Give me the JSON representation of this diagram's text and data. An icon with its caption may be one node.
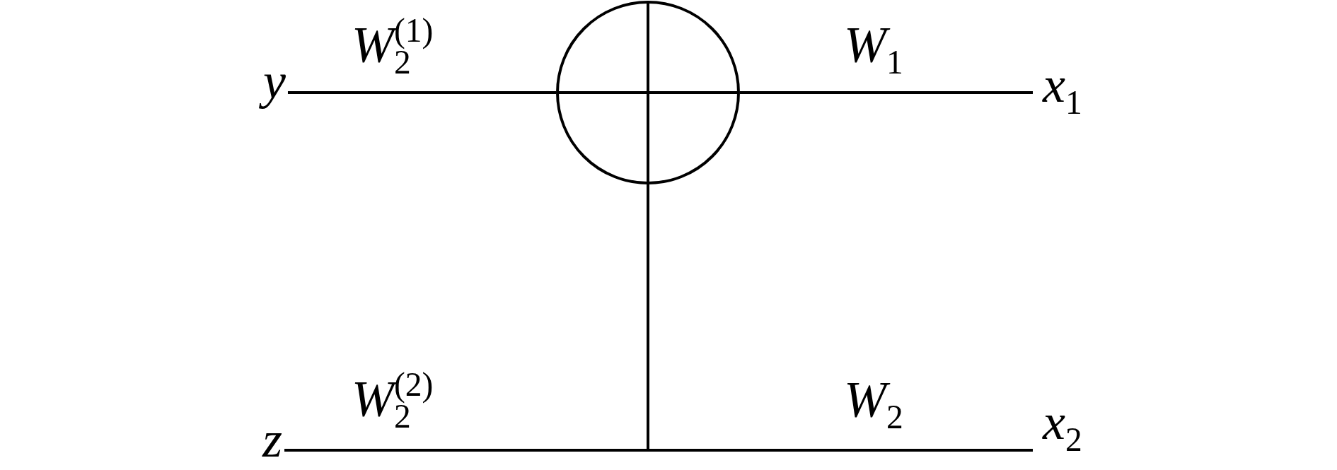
{
  "diagram": {
    "nodes": [
      {
        "text": [
          "y"
        ]
      },
      {
        "text": [],
        "shape": "circle"
      },
      {
        "text": [
          "*x*$_{1}$"
        ]
      },
      {
        "text": [
          "z"
        ]
      },
      {
        "text": [
          "*x*$_{2}$"
        ]
      }
    ],
    "edges": [
      {
        "from": 0,
        "to": 1,
        "arrow": "none",
        "label": "*W*$_{2}$$^{(1)}$"
      },
      {
        "from": 1,
        "to": 2,
        "arrow": "none",
        "label": "*W*$_{1}$"
      },
      {
        "from": 3,
        "to": 1,
        "arrow": "none",
        "label": "*W*$_{2}$$^{(2)}$"
      },
      {
        "from": 1,
        "to": 4,
        "arrow": "none",
        "label": "*W*$_{2}$"
      }
    ]
  }
}
